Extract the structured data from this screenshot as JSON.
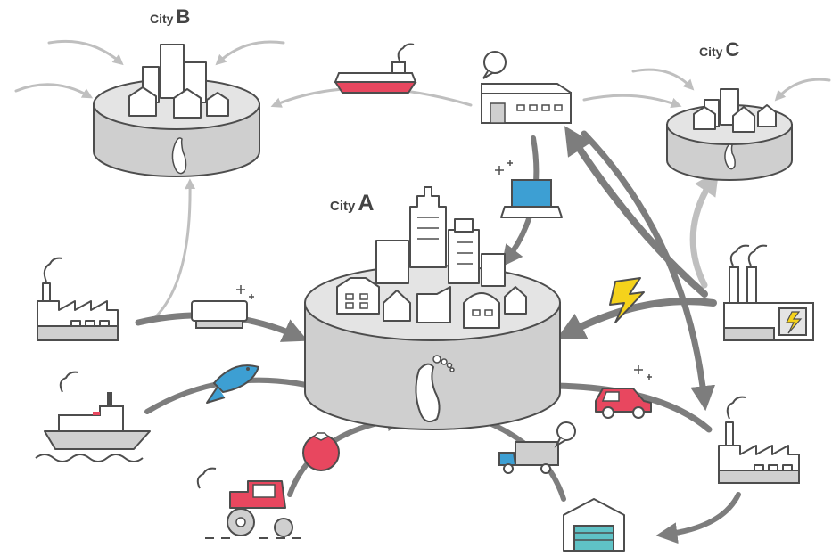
{
  "cities": {
    "a": {
      "word": "City",
      "letter": "A"
    },
    "b": {
      "word": "City",
      "letter": "B"
    },
    "c": {
      "word": "City",
      "letter": "C"
    }
  },
  "colors": {
    "platform": "#d3d3d3",
    "outline": "#4d4d4d",
    "arrow_dark": "#7d7d7d",
    "arrow_light": "#bfbfbf",
    "accent_red": "#e8475f",
    "accent_blue": "#3d9fd3",
    "accent_yellow": "#f5d21b",
    "accent_teal": "#5fc2c6"
  }
}
